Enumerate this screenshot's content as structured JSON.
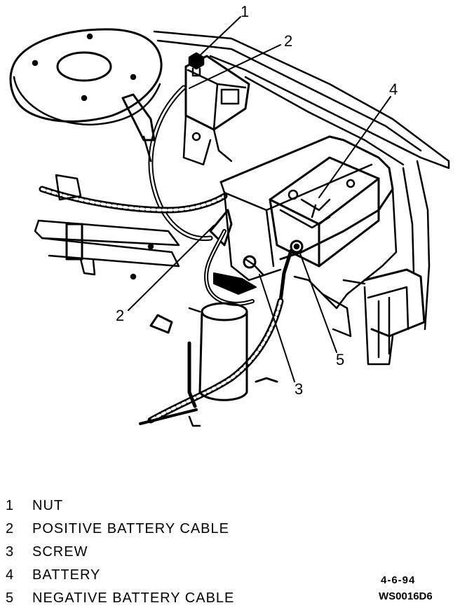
{
  "callouts": [
    {
      "num": "1"
    },
    {
      "num": "2"
    },
    {
      "num": "2"
    },
    {
      "num": "3"
    },
    {
      "num": "4"
    },
    {
      "num": "5"
    }
  ],
  "legend": [
    {
      "num": "1",
      "label": "NUT"
    },
    {
      "num": "2",
      "label": "POSITIVE BATTERY CABLE"
    },
    {
      "num": "3",
      "label": "SCREW"
    },
    {
      "num": "4",
      "label": "BATTERY"
    },
    {
      "num": "5",
      "label": "NEGATIVE BATTERY CABLE"
    }
  ],
  "footer": {
    "date": "4-6-94",
    "figure_code": "WS0016D6"
  }
}
